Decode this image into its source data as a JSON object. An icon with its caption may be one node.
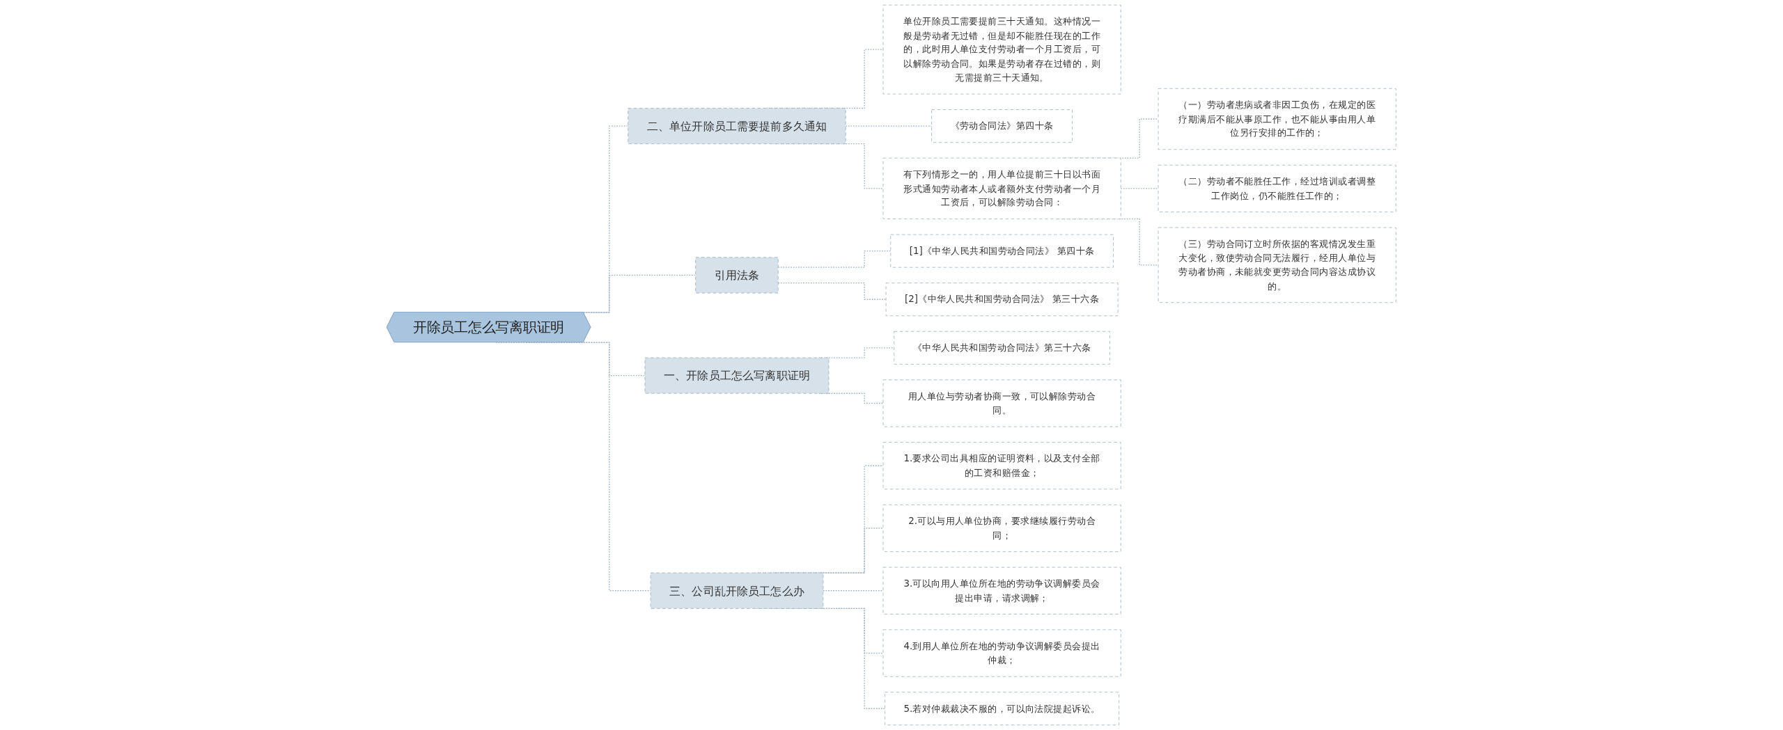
{
  "diagram": {
    "nodes": [
      {
        "text": [
          "开除员工怎么写离职证明"
        ]
      },
      {
        "text": [
          "二、单位开除员工需要提前多久通知"
        ]
      },
      {
        "text": [
          "单位开除员工需要提前三十天通知。这种情况一般是劳动者无过错，但是却不能胜任现在的工作的，此时用人单位支付劳动者一个月工资后，可以解除劳动合同。如果是劳动者存在过错的，则无需提前三十天通知。"
        ]
      },
      {
        "text": [
          "《劳动合同法》第四十条"
        ]
      },
      {
        "text": [
          "有下列情形之一的，用人单位提前三十日以书面形式通知劳动者本人或者额外支付劳动者一个月工资后，可以解除劳动合同："
        ]
      },
      {
        "text": [
          "（一）劳动者患病或者非因工负伤，在规定的医疗期满后不能从事原工作，也不能从事由用人单位另行安排的工作的；"
        ]
      },
      {
        "text": [
          "（二）劳动者不能胜任工作，经过培训或者调整工作岗位，仍不能胜任工作的；"
        ]
      },
      {
        "text": [
          "（三）劳动合同订立时所依据的客观情况发生重大变化，致使劳动合同无法履行，经用人单位与劳动者协商，未能就变更劳动合同内容达成协议的。"
        ]
      },
      {
        "text": [
          "引用法条"
        ]
      },
      {
        "text": [
          "[1]《中华人民共和国劳动合同法》 第四十条"
        ]
      },
      {
        "text": [
          "[2]《中华人民共和国劳动合同法》 第三十六条"
        ]
      },
      {
        "text": [
          "一、开除员工怎么写离职证明"
        ]
      },
      {
        "text": [
          "《中华人民共和国劳动合同法》第三十六条"
        ]
      },
      {
        "text": [
          "用人单位与劳动者协商一致，可以解除劳动合同。"
        ]
      },
      {
        "text": [
          "三、公司乱开除员工怎么办"
        ]
      },
      {
        "text": [
          "1.要求公司出具相应的证明资料，以及支付全部的工资和赔偿金；"
        ]
      },
      {
        "text": [
          "2.可以与用人单位协商，要求继续履行劳动合同；"
        ]
      },
      {
        "text": [
          "3.可以向用人单位所在地的劳动争议调解委员会提出申请，请求调解；"
        ]
      },
      {
        "text": [
          "4.到用人单位所在地的劳动争议调解委员会提出仲裁；"
        ]
      },
      {
        "text": [
          "5.若对仲裁裁决不服的，可以向法院提起诉讼。"
        ]
      }
    ],
    "edges": [
      {
        "from": 0,
        "to": 1,
        "arrow": "none",
        "style": "dashed"
      },
      {
        "from": 1,
        "to": 2,
        "arrow": "none",
        "style": "dashed"
      },
      {
        "from": 1,
        "to": 3,
        "arrow": "none",
        "style": "dashed"
      },
      {
        "from": 1,
        "to": 4,
        "arrow": "none",
        "style": "dashed"
      },
      {
        "from": 4,
        "to": 5,
        "arrow": "none",
        "style": "dashed"
      },
      {
        "from": 4,
        "to": 6,
        "arrow": "none",
        "style": "dashed"
      },
      {
        "from": 4,
        "to": 7,
        "arrow": "none",
        "style": "dashed"
      },
      {
        "from": 0,
        "to": 8,
        "arrow": "none",
        "style": "dashed"
      },
      {
        "from": 8,
        "to": 9,
        "arrow": "none",
        "style": "dashed"
      },
      {
        "from": 8,
        "to": 10,
        "arrow": "none",
        "style": "dashed"
      },
      {
        "from": 0,
        "to": 11,
        "arrow": "none",
        "style": "dashed"
      },
      {
        "from": 11,
        "to": 12,
        "arrow": "none",
        "style": "dashed"
      },
      {
        "from": 11,
        "to": 13,
        "arrow": "none",
        "style": "dashed"
      },
      {
        "from": 0,
        "to": 14,
        "arrow": "none",
        "style": "dashed"
      },
      {
        "from": 14,
        "to": 15,
        "arrow": "none",
        "style": "dashed"
      },
      {
        "from": 14,
        "to": 16,
        "arrow": "none",
        "style": "dashed"
      },
      {
        "from": 14,
        "to": 17,
        "arrow": "none",
        "style": "dashed"
      },
      {
        "from": 14,
        "to": 18,
        "arrow": "none",
        "style": "dashed"
      },
      {
        "from": 14,
        "to": 19,
        "arrow": "none",
        "style": "dashed"
      }
    ]
  }
}
